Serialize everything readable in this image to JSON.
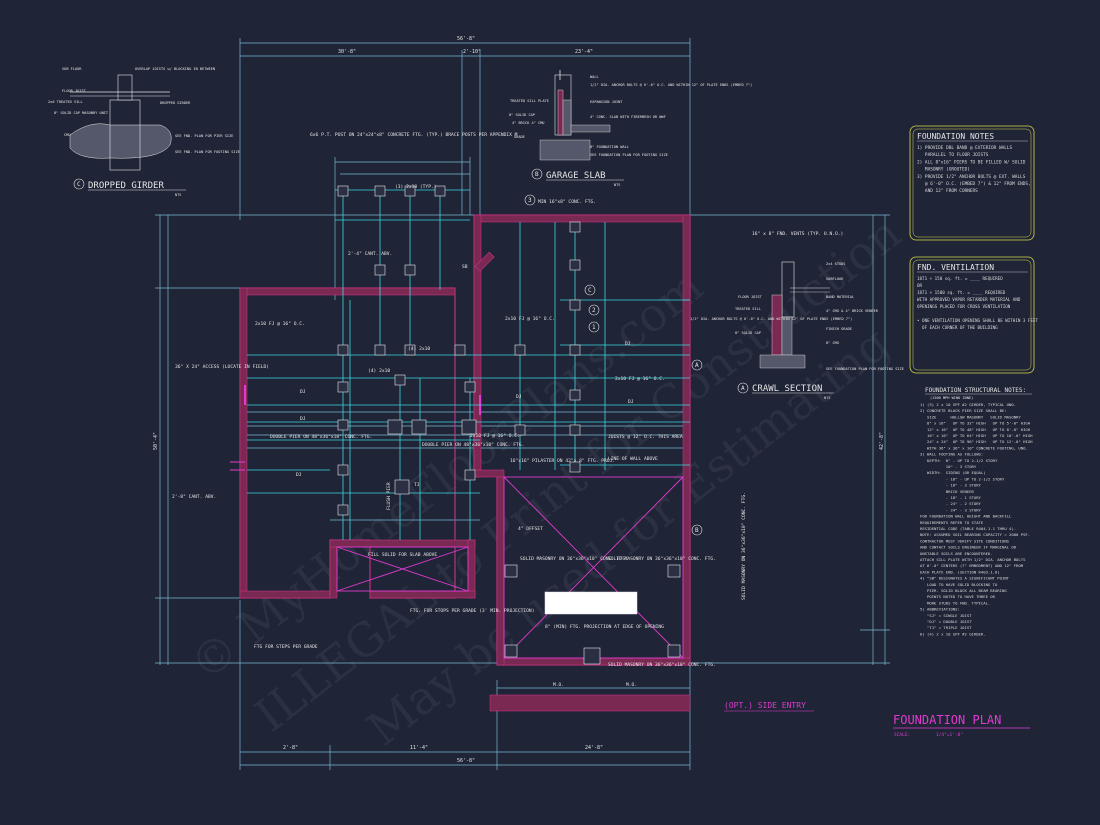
{
  "colors": {
    "background": "#1f2436",
    "dimension_line": "#7ab8d0",
    "foundation_wall": "#d9338c",
    "hatch": "#7a2a52",
    "cyan_line": "#3ad8e0",
    "white_line": "#e6e6e6",
    "note_box_border": "#d8d84a",
    "title_magenta": "#e23ad0"
  },
  "sheet": {
    "title": "FOUNDATION PLAN",
    "scale_label": "SCALE:",
    "scale_value": "1/4\"=1'-0\"",
    "side_entry_label": "(OPT.) SIDE ENTRY"
  },
  "watermark": {
    "line1": "© MyHomeFloorPlans.com",
    "line2": "ILLEGAL to Print for Construction",
    "line3": "May be used for Estimating"
  },
  "details": {
    "dropped_girder": {
      "marker": "C",
      "title": "DROPPED GIRDER",
      "scale": "NTS",
      "labels": [
        "SUB FLOOR",
        "FLOOR JOIST",
        "2x6 TREATED SILL",
        "8\" SOLID CAP MASONRY UNIT",
        "CMU",
        "OVERLAP JOISTS w/ BLOCKING IN BETWEEN",
        "DROPPED GIRDER",
        "SEE FND. PLAN FOR PIER SIZE",
        "SEE FND. PLAN FOR FOOTING SIZE"
      ]
    },
    "garage_slab": {
      "marker": "B",
      "title": "GARAGE SLAB",
      "scale": "NTS",
      "labels": [
        "WALL",
        "1/2\" DIA. ANCHOR BOLTS @ 6'-0\" O.C. AND WITHIN 12\" OF PLATE ENDS (EMBED 7\")",
        "EXPANSION JOINT",
        "TREATED SILL PLATE",
        "8\" SOLID CAP",
        "4\" BRICK 4\" CMU",
        "4\" CONC. SLAB WITH FIBERMESH OR WWF",
        "GRADE",
        "8\" FOUNDATION WALL",
        "SEE FOUNDATION PLAN FOR FOOTING SIZE"
      ]
    },
    "crawl_section": {
      "marker": "A",
      "title": "CRAWL SECTION",
      "scale": "NTS",
      "labels": [
        "2x4 STUDS",
        "SUBFLOOR",
        "FLOOR JOIST",
        "BAND MATERIAL",
        "TREATED SILL",
        "1/2\" DIA. ANCHOR BOLTS @ 6'-0\" O.C. AND WITHIN 12\" OF PLATE ENDS (EMBED 7\")",
        "4\" CMU & 4\" BRICK VENEER",
        "8\" SOLID CAP",
        "FINISH GRADE",
        "8\" CMU",
        "SEE FOUNDATION PLAN FOR FOOTING SIZE"
      ]
    }
  },
  "notes": {
    "foundation_notes": {
      "title": "FOUNDATION NOTES",
      "lines": [
        "1) PROVIDE DBL BAND @ EXTERIOR WALLS",
        "   PARALLEL TO FLOOR JOISTS",
        "2) ALL 8\"x16\" PIERS TO BE FILLED W/ SOLID",
        "   MASONRY (GROUTED)",
        "3) PROVIDE 1/2\" ANCHOR BOLTS @ EXT. WALLS",
        "   @ 6'-0\" O.C. (EMBED 7\") & 12\" FROM ENDS,",
        "   AND 12\" FROM CORNERS"
      ]
    },
    "fnd_ventilation": {
      "title": "FND. VENTILATION",
      "lines": [
        "1871 ÷ 150 sq. ft. = ____ REQUIRED",
        "OR",
        "1871 ÷ 1500 sq. ft. = ____ REQUIRED",
        "WITH APPROVED VAPOR RETARDER MATERIAL AND",
        "OPENINGS PLACED FOR CROSS VENTILATION",
        "",
        "• ONE VENTILATION OPENING SHALL BE WITHIN 3 FEET",
        "  OF EACH CORNER OF THE BUILDING"
      ]
    },
    "structural_notes": {
      "title": "FOUNDATION STRUCTURAL NOTES:",
      "subtitle": "(1500 MPH WIND ZONE)",
      "lines": [
        "1) (3) 2 x 10 SPF #2 GIRDER, TYPICAL UNO.",
        "2) CONCRETE BLOCK PIER SIZE SHALL BE:",
        "   SIZE      HOLLOW MASONRY   SOLID MASONRY",
        "   8\" x 16\"   UP TO 32\" HIGH   UP TO 5'-0\" HIGH",
        "   12\" x 16\"  UP TO 48\" HIGH   UP TO 8'-0\" HIGH",
        "   16\" x 16\"  UP TO 64\" HIGH   UP TO 10'-0\" HIGH",
        "   24\" x 24\"  UP TO 96\" HIGH   UP TO 12'-0\" HIGH",
        "   WITH 36\" x 36\" x 10\" CONCRETE FOOTING, UNO.",
        "3) WALL FOOTING AS FOLLOWS:",
        "   DEPTH:  8\" - UP TO 2-1/2 STORY",
        "           10\" - 3 STORY",
        "   WIDTH:  SIDING (OR EQUAL)",
        "           - 16\" - UP TO 2-1/2 STORY",
        "           - 18\" - 3 STORY",
        "           BRICK VENEER",
        "           - 18\" - 1 STORY",
        "           - 24\" - 2 STORY",
        "           - 24\" - 3 STORY",
        "FOR FOUNDATION WALL HEIGHT AND BACKFILL",
        "REQUIREMENTS REFER TO STATE",
        "RESIDENTIAL CODE (TABLE R404.1.1 THRU 4).",
        "NOTE: ASSUMED SOIL BEARING CAPACITY = 2000 PSF.",
        "CONTRACTOR MUST VERIFY SITE CONDITIONS",
        "AND CONTACT SOILS ENGINEER IF MARGINAL OR",
        "UNSTABLE SOILS ARE ENCOUNTERED.",
        "ATTACH SILL PLATE WITH 1/2\" DIA. ANCHOR BOLTS",
        "AT 6'-0\" CENTERS (7\" EMBEDMENT) AND 12\" FROM",
        "EACH PLATE END. (SECTION R403.1.6)",
        "4) \"SB\" DESIGNATES A SIGNIFICANT POINT",
        "   LOAD TO HAVE SOLID BLOCKING TO",
        "   PIER. SOLID BLOCK ALL BEAM BEARING",
        "   POINTS NOTED TO HAVE THREE OR",
        "   MORE STUDS TO FND. TYPICAL.",
        "5) ABBREVIATIONS:",
        "   \"SJ\" = SINGLE JOIST",
        "   \"DJ\" = DOUBLE JOIST",
        "   \"TJ\" = TRIPLE JOIST",
        "6) (4) 2 x 10 SPF #2 GIRDER."
      ]
    }
  },
  "plan": {
    "overall_dims": {
      "top_total": "56'-8\"",
      "top_left": "30'-8\"",
      "top_mid": "2'-10\"",
      "top_right": "23'-4\"",
      "bottom_total": "56'-8\"",
      "bottom_left": "2'-8\"",
      "bottom_mid": "11'-4\"",
      "bottom_right": "24'-8\"",
      "left_total": "50'-4\"",
      "right_total": "42'-8\""
    },
    "annotations": {
      "post_note": "6x6 P.T. POST ON 24\"x24\"x8\" CONCRETE FTG. (TYP.) BRACE POSTS PER APPENDIX M",
      "pier_top": "(3) 2x10 (TYP.)",
      "min_pier": "MIN 16\"x8\" CONC. FTG.",
      "vents": "16\" x 8\" FND. VENTS (TYP. U.N.O.)",
      "cant_top": "2'-4\" CANT. ABV.",
      "cant_left": "2'-8\" CANT. ABV.",
      "access": "36\" X 24\" ACCESS (LOCATE IN FIELD)",
      "double_pier_1": "DOUBLE PIER ON 48\"x36\"x10\" CONC. FTG.",
      "double_pier_2": "DOUBLE PIER ON 48\"x36\"x10\" CONC. FTG.",
      "girder_mid": "(4) 2x10",
      "girder_left": "(4) 2x10",
      "pilaster": "16\"x16\" PILASTER ON 42\"x 8\" FTG. PROJ.",
      "joists_12": "JOISTS @ 12\" O.C. THIS AREA",
      "line_wall": "LINE OF WALL ABOVE",
      "offset": "4\" OFFSET",
      "fill_solid": "FILL SOLID FOR SLAB ABOVE",
      "ftg_stoops": "FTG. FOR STOPS PER GRADE (3' MIN. PROJECTION)",
      "ftg_steps": "FTG FOR STEPS PER GRADE",
      "solid_masonry_1": "SOLID MASONRY ON 36\"x36\"x10\" CONC. FTG.",
      "solid_masonry_2": "SOLID MASONRY ON 36\"x36\"x10\" CONC. FTG.",
      "solid_masonry_3": "SOLID MASONRY ON 36\"x36\"x10\" CONC. FTG.",
      "solid_masonry_4": "SOLID MASONRY ON 36\"x36\"x10\" CONC. FTG.",
      "projection": "8\" (MIN) FTG. PROJECTION AT EDGE OF OPENING",
      "joist_left": "2x10 FJ @ 16\" O.C.",
      "joist_right": "2x10 FJ @ 16\" O.C.",
      "joist_mid": "2x10 FJ @ 16\" O.C.",
      "joist_bottom": "2x10 FJ @ 16\" O.C.",
      "flush_pier": "FLUSH PIER",
      "dj": "DJ",
      "tj": "TJ",
      "mo": "M.O.",
      "sb": "SB"
    },
    "markers": {
      "a": "A",
      "b": "B",
      "c": "C",
      "one": "1",
      "two": "2",
      "three": "3"
    }
  }
}
